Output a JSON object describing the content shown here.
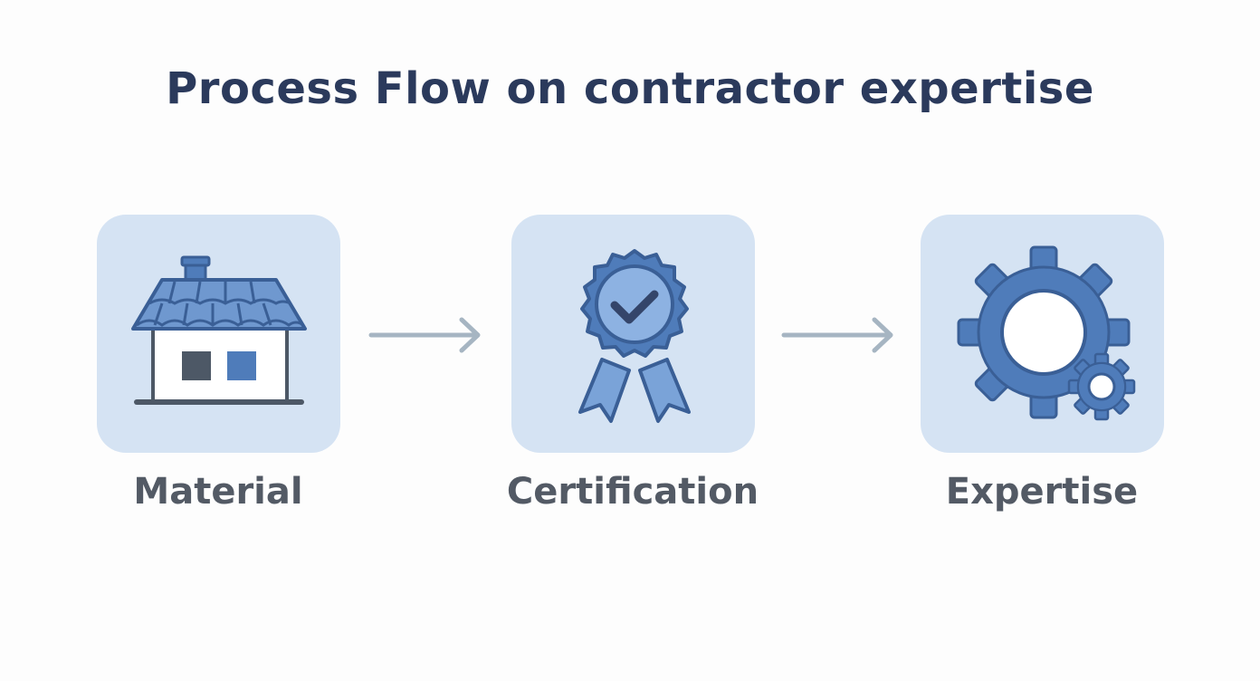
{
  "title": "Process Flow on contractor expertise",
  "colors": {
    "card_background": "#d5e3f3",
    "icon_blue": "#4f7cba",
    "icon_light_blue": "#7aa3d8",
    "icon_outline": "#3a5f96",
    "arrow": "#a6b5c2",
    "title_text": "#2b3a5c",
    "label_text": "#535a65"
  },
  "steps": [
    {
      "label": "Material",
      "icon": "house-icon"
    },
    {
      "label": "Certification",
      "icon": "award-ribbon-icon"
    },
    {
      "label": "Expertise",
      "icon": "gears-icon"
    }
  ],
  "connectors": [
    {
      "from": "Material",
      "to": "Certification",
      "icon": "arrow-right-icon"
    },
    {
      "from": "Certification",
      "to": "Expertise",
      "icon": "arrow-right-icon"
    }
  ]
}
